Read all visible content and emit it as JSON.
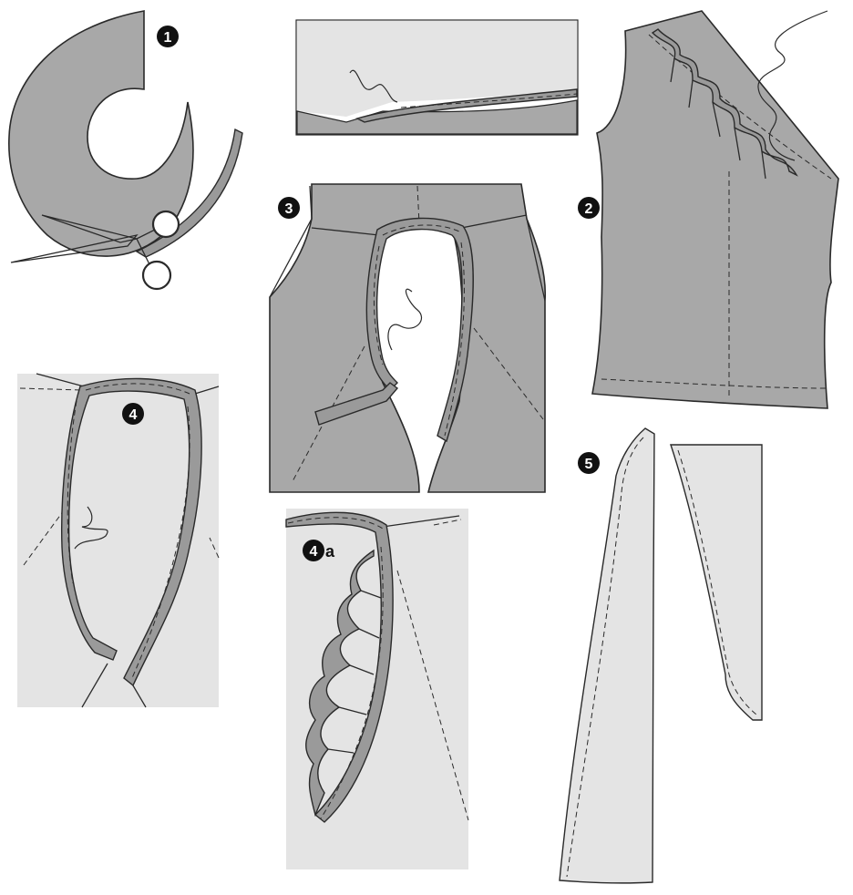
{
  "colors": {
    "fabric_dark": "#a8a8a8",
    "fabric_light": "#e4e4e4",
    "fabric_mid": "#9a9a9a",
    "outline": "#2a2a2a",
    "badge": "#111111",
    "badge_text": "#ffffff"
  },
  "steps": [
    {
      "id": "step-1",
      "label": "1",
      "suffix": ""
    },
    {
      "id": "step-2",
      "label": "2",
      "suffix": ""
    },
    {
      "id": "step-3",
      "label": "3",
      "suffix": ""
    },
    {
      "id": "step-4",
      "label": "4",
      "suffix": ""
    },
    {
      "id": "step-4a",
      "label": "4",
      "suffix": "a"
    },
    {
      "id": "step-5",
      "label": "5",
      "suffix": ""
    }
  ],
  "icons": {
    "scissors": "scissors-icon",
    "thread": "thread-icon"
  }
}
